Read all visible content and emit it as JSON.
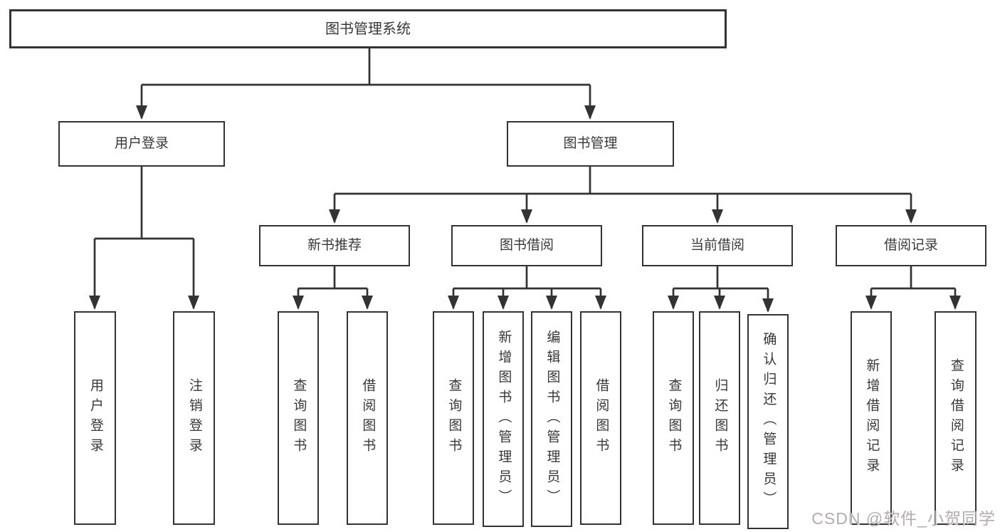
{
  "tree": {
    "root": "图书管理系统",
    "branches": [
      {
        "label": "用户登录",
        "children": [
          {
            "label": "用户登录"
          },
          {
            "label": "注销登录"
          }
        ]
      },
      {
        "label": "图书管理",
        "children": [
          {
            "label": "新书推荐",
            "children": [
              {
                "label": "查询图书"
              },
              {
                "label": "借阅图书"
              }
            ]
          },
          {
            "label": "图书借阅",
            "children": [
              {
                "label": "查询图书"
              },
              {
                "label": "新增图书（管理员）"
              },
              {
                "label": "编辑图书（管理员）"
              },
              {
                "label": "借阅图书"
              }
            ]
          },
          {
            "label": "当前借阅",
            "children": [
              {
                "label": "查询图书"
              },
              {
                "label": "归还图书"
              },
              {
                "label": "确认归还（管理员）"
              }
            ]
          },
          {
            "label": "借阅记录",
            "children": [
              {
                "label": "新增借阅记录"
              },
              {
                "label": "查询借阅记录"
              }
            ]
          }
        ]
      }
    ]
  },
  "watermark": "CSDN @软件_小贺同学",
  "colors": {
    "line": "#333333",
    "border": "#333333",
    "text": "#383838",
    "background": "#ffffff",
    "watermark": "#b1adad"
  }
}
